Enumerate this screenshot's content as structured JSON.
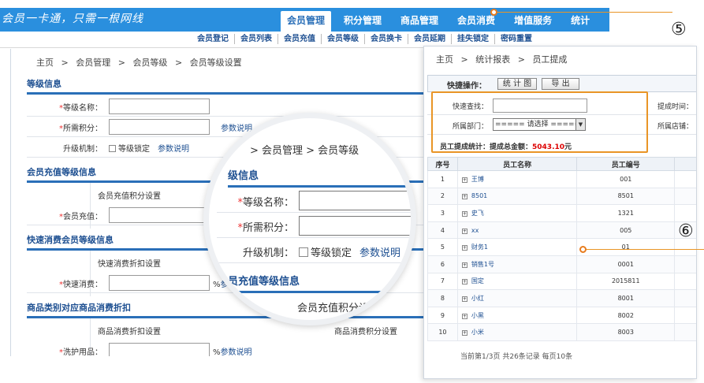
{
  "header": {
    "slogan": "会员一卡通，只需一根网线",
    "nav": [
      "会员管理",
      "积分管理",
      "商品管理",
      "会员消费",
      "增值服务",
      "统计"
    ],
    "active_nav": "会员管理"
  },
  "subnav": [
    "会员登记",
    "会员列表",
    "会员充值",
    "会员等级",
    "会员换卡",
    "会员延期",
    "挂失锁定",
    "密码重置"
  ],
  "back": {
    "breadcrumb": [
      "主页",
      ">",
      "会员管理",
      ">",
      "会员等级",
      ">",
      "会员等级设置"
    ],
    "sections": {
      "level_info": "等级信息",
      "recharge_level": "会员充值等级信息",
      "quick_consume": "快速消费会员等级信息",
      "category_discount": "商品类别对应商品消费折扣"
    },
    "fields": {
      "level_name": "等级名称：",
      "required_points": "所需积分：",
      "param_help": "参数说明",
      "upgrade_mechanism": "升级机制：",
      "level_lock": "等级锁定",
      "recharge_points_setting": "会员充值积分设置",
      "member_recharge": "会员充值：",
      "quick_discount_setting": "快速消费折扣设置",
      "quick_consume": "快速消费：",
      "goods_discount_setting": "商品消费折扣设置",
      "goods_points_setting": "商品消费积分设置",
      "cleaning_goods": "洗护用品：",
      "percent": "%",
      "param_cut": "参"
    }
  },
  "magnifier": {
    "breadcrumb": "> 会员管理 > 会员等级",
    "level_info": "级信息",
    "level_name": "等级名称：",
    "required_points": "所需积分：",
    "upgrade_mechanism": "升级机制：",
    "level_lock": "等级锁定",
    "param_help": "参数说明",
    "recharge_section": "员充值等级信息",
    "recharge_points_setting": "会员充值积分设置"
  },
  "front": {
    "breadcrumb": [
      "主页",
      ">",
      "统计报表",
      ">",
      "员工提成"
    ],
    "quick_ops_label": "快捷操作：",
    "stats_button": "统 计 图",
    "export_button": "导  出",
    "quick_search_label": "快速查找：",
    "dept_label": "所属部门：",
    "dept_select": "===== 请选择 =====",
    "commission_time_label": "提成时间：",
    "store_label": "所属店铺：",
    "stats_label": "员工提成统计：提成总金额：",
    "total_amount": "5043.10",
    "currency": "元",
    "table": {
      "headers": [
        "序号",
        "员工名称",
        "员工编号"
      ],
      "rows": [
        [
          "1",
          "王博",
          "001"
        ],
        [
          "2",
          "8501",
          "8501"
        ],
        [
          "3",
          "史飞",
          "1321"
        ],
        [
          "4",
          "xx",
          "005"
        ],
        [
          "5",
          "财务1",
          "01"
        ],
        [
          "6",
          "销售1号",
          "0001"
        ],
        [
          "7",
          "国定",
          "2015811"
        ],
        [
          "8",
          "小红",
          "8001"
        ],
        [
          "9",
          "小黑",
          "8002"
        ],
        [
          "10",
          "小米",
          "8003"
        ]
      ]
    },
    "pager": "当前第1/3页  共26条记录  每页10条"
  },
  "callouts": {
    "five": "⑤",
    "six": "⑥"
  },
  "colors": {
    "header_blue": "#2a8fde",
    "link_blue": "#1d4f91",
    "highlight_orange": "#e99526",
    "amount_red": "#dd0000"
  }
}
